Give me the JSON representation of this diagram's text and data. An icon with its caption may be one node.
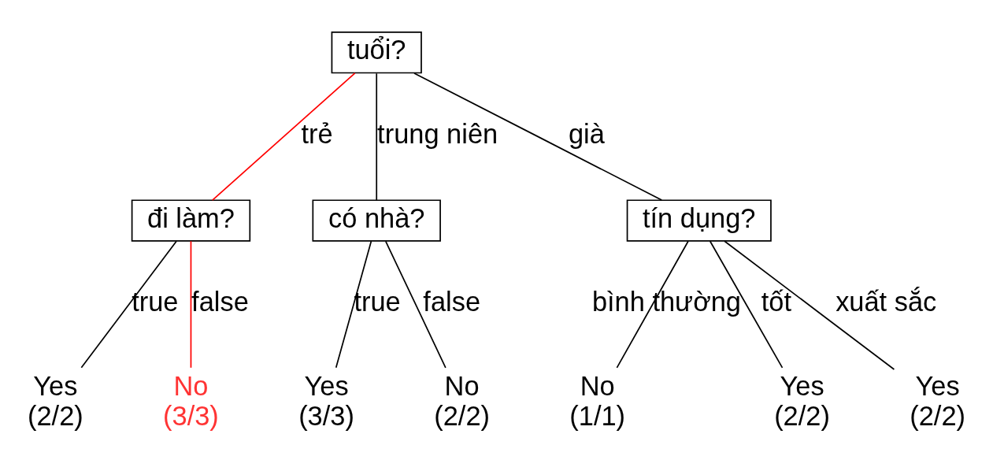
{
  "diagram": {
    "nodes": [
      {
        "text": [
          "tuổi?"
        ]
      },
      {
        "text": [
          "đi làm?"
        ]
      },
      {
        "text": [
          "có nhà?"
        ]
      },
      {
        "text": [
          "tín dụng?"
        ]
      },
      {
        "text": [
          "Yes",
          "(2/2)"
        ]
      },
      {
        "text": [
          "No",
          "(3/3)"
        ]
      },
      {
        "text": [
          "Yes",
          "(3/3)"
        ]
      },
      {
        "text": [
          "No",
          "(2/2)"
        ]
      },
      {
        "text": [
          "No",
          "(1/1)"
        ]
      },
      {
        "text": [
          "Yes",
          "(2/2)"
        ]
      },
      {
        "text": [
          "Yes",
          "(2/2)"
        ]
      }
    ],
    "edges": [
      {
        "from": 0,
        "to": 1,
        "arrow": "none",
        "label": "trẻ",
        "color": "#ff0000"
      },
      {
        "from": 0,
        "to": 2,
        "arrow": "none",
        "label": "trung niên"
      },
      {
        "from": 0,
        "to": 3,
        "arrow": "none",
        "label": "già"
      },
      {
        "from": 1,
        "to": 4,
        "arrow": "none",
        "label": "true"
      },
      {
        "from": 1,
        "to": 5,
        "arrow": "none",
        "label": "false",
        "color": "#ff0000"
      },
      {
        "from": 2,
        "to": 6,
        "arrow": "none",
        "label": "true"
      },
      {
        "from": 2,
        "to": 7,
        "arrow": "none",
        "label": "false"
      },
      {
        "from": 3,
        "to": 8,
        "arrow": "none",
        "label": "bình thường"
      },
      {
        "from": 3,
        "to": 9,
        "arrow": "none",
        "label": "tốt"
      },
      {
        "from": 3,
        "to": 10,
        "arrow": "none",
        "label": "xuất sắc"
      }
    ]
  }
}
